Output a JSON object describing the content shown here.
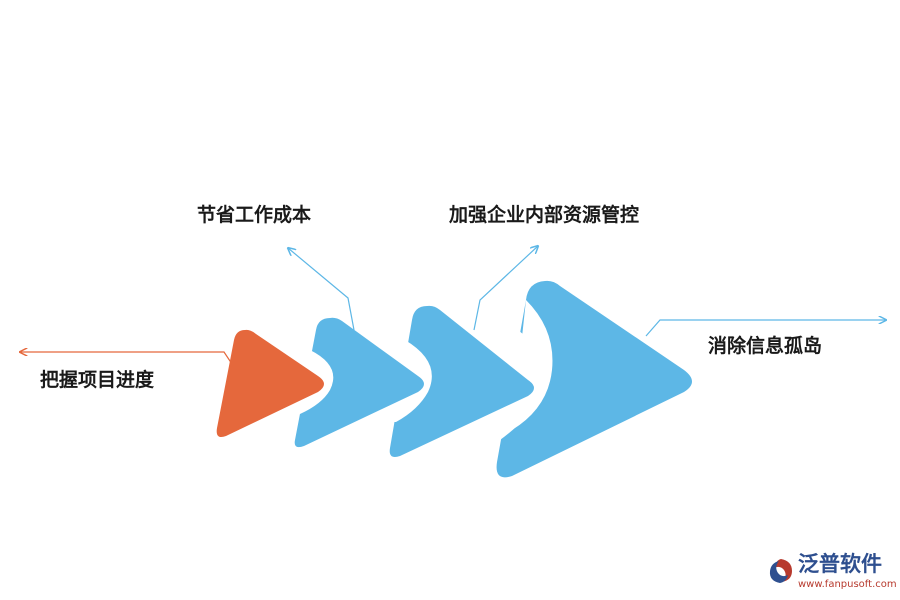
{
  "labels": {
    "left": "把握项目进度",
    "top1": "节省工作成本",
    "top2": "加强企业内部资源管控",
    "right": "消除信息孤岛"
  },
  "logo": {
    "name": "泛普软件",
    "url": "www.fanpusoft.com"
  },
  "colors": {
    "accent_orange": "#E5683C",
    "accent_blue": "#5DB7E6",
    "connector_orange": "#E5683C",
    "connector_blue": "#5DB7E6",
    "logo_blue": "#2E4F8F",
    "logo_red": "#B73A2E"
  }
}
